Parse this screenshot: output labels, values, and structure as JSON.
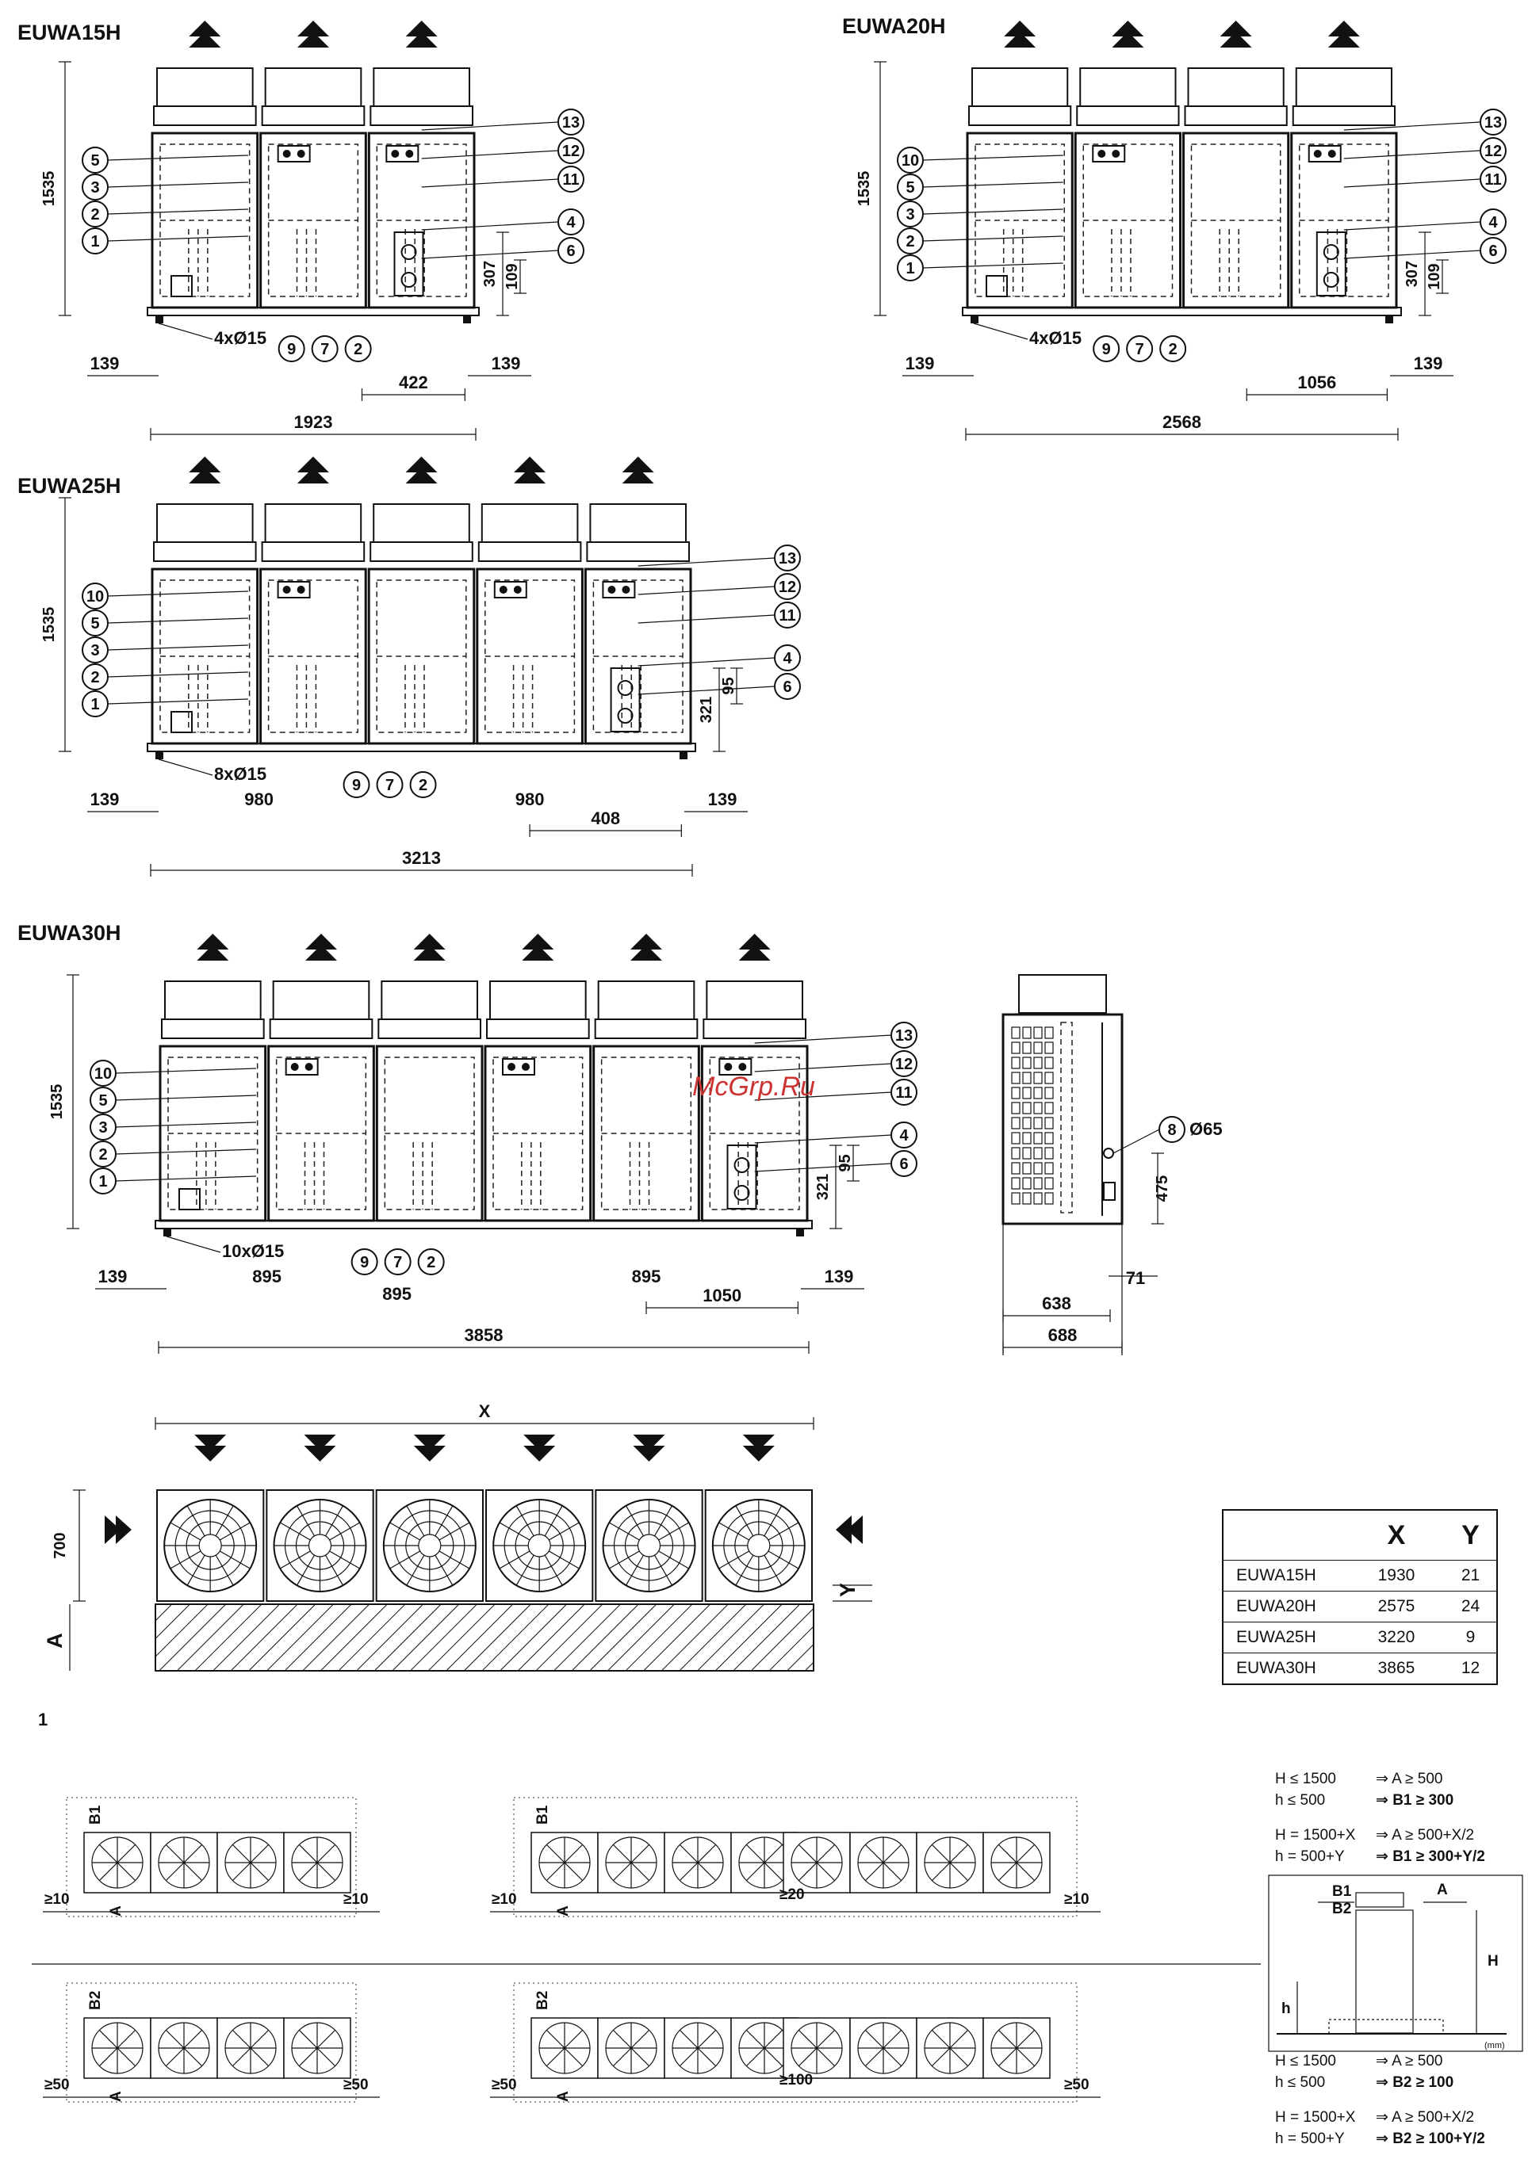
{
  "models": [
    {
      "id": "euwa15h",
      "title": "EUWA15H",
      "modules": 3,
      "height_label": "1535",
      "length_label": "1923",
      "edge_left_label": "139",
      "edge_right_label": "139",
      "conn_label": "422",
      "h307_label": "307",
      "h109_label": "109",
      "feet_label": "4xØ15"
    },
    {
      "id": "euwa20h",
      "title": "EUWA20H",
      "modules": 4,
      "height_label": "1535",
      "length_label": "2568",
      "edge_left_label": "139",
      "edge_right_label": "139",
      "conn_label": "1056",
      "h307_label": "307",
      "h109_label": "109",
      "feet_label": "4xØ15"
    },
    {
      "id": "euwa25h",
      "title": "EUWA25H",
      "modules": 5,
      "height_label": "1535",
      "length_label": "3213",
      "edge_left_label": "139",
      "edge_right_label": "139",
      "conn_label": "408",
      "pitch_label_a": "980",
      "pitch_label_b": "980",
      "h321_label": "321",
      "h95_label": "95",
      "feet_label": "8xØ15"
    },
    {
      "id": "euwa30h",
      "title": "EUWA30H",
      "modules": 6,
      "height_label": "1535",
      "length_label": "3858",
      "edge_left_label": "139",
      "edge_right_label": "139",
      "conn_label": "1050",
      "pitch_label_a": "895",
      "pitch_label_b": "895",
      "pitch_label_c": "895",
      "h321_label": "321",
      "h95_label": "95",
      "feet_label": "10xØ15"
    }
  ],
  "side_view": {
    "pipe_label": "Ø65",
    "h475_label": "475",
    "d71_label": "71",
    "d638_label": "638",
    "d688_label": "688",
    "callout": "8"
  },
  "callouts": [
    "1",
    "2",
    "3",
    "4",
    "5",
    "6",
    "7",
    "8",
    "9",
    "10",
    "11",
    "12",
    "13"
  ],
  "top_view": {
    "x_label": "X",
    "y_label": "Y",
    "depth_label": "700",
    "a_label": "A"
  },
  "spec_table": {
    "col_x": "X",
    "col_y": "Y",
    "rows": [
      {
        "model": "EUWA15H",
        "x": "1930",
        "y": "21"
      },
      {
        "model": "EUWA20H",
        "x": "2575",
        "y": "24"
      },
      {
        "model": "EUWA25H",
        "x": "3220",
        "y": "9"
      },
      {
        "model": "EUWA30H",
        "x": "3865",
        "y": "12"
      }
    ]
  },
  "figure_number": "1",
  "clearance": {
    "b1_label": "B1",
    "b2_label": "B2",
    "a_label": "A",
    "ge10": "≥10",
    "ge20": "≥20",
    "ge50": "≥50",
    "ge100": "≥100"
  },
  "watermark": "McGrp.Ru",
  "rules": {
    "r1a": "H ≤ 1500",
    "r1b": "⇒ A  ≥ 500",
    "r1c": "h ≤ 500",
    "r1d": "⇒ B1 ≥ 300",
    "r2a": "H = 1500+X",
    "r2b": "⇒ A  ≥ 500+X/2",
    "r2c": "h = 500+Y",
    "r2d": "⇒ B1 ≥ 300+Y/2",
    "r3a": "H ≤ 1500",
    "r3b": "⇒ A  ≥ 500",
    "r3c": "h ≤ 500",
    "r3d": "⇒ B2 ≥ 100",
    "r4a": "H = 1500+X",
    "r4b": "⇒ A  ≥ 500+X/2",
    "r4c": "h = 500+Y",
    "r4d": "⇒ B2 ≥ 100+Y/2",
    "inset_b1": "B1",
    "inset_b2": "B2",
    "inset_a": "A",
    "inset_h_big": "H",
    "inset_h_small": "h",
    "inset_unit": "(mm)"
  }
}
